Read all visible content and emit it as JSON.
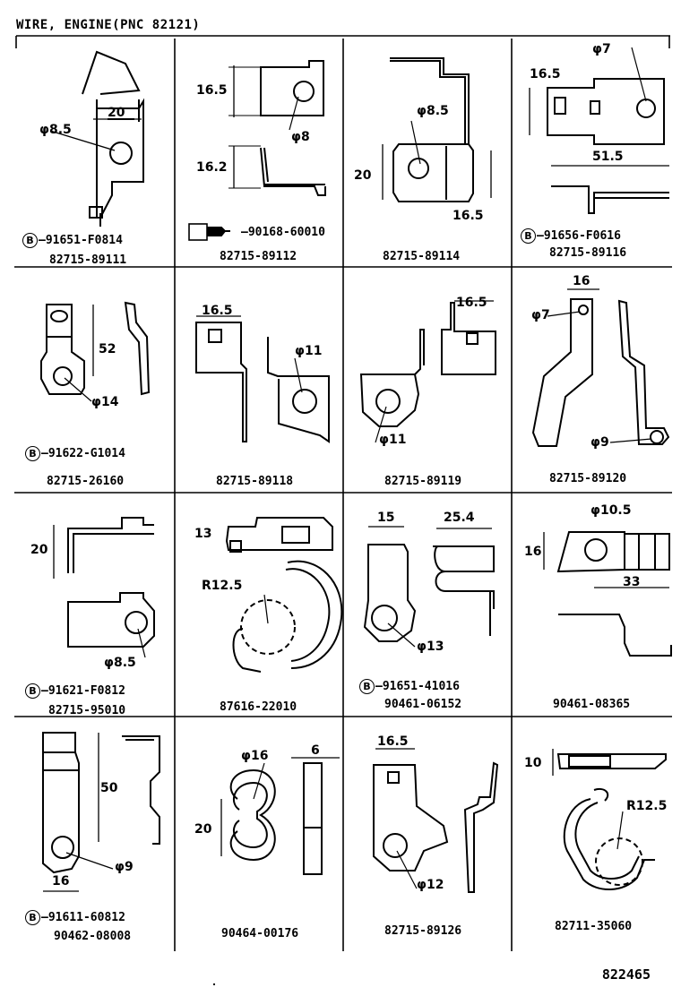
{
  "title": "WIRE, ENGINE(PNC 82121)",
  "figure_number": "822465",
  "parts": [
    {
      "part": "82715-89111",
      "bolt": "91651-F0814",
      "dims": [
        "20",
        "φ8.5"
      ]
    },
    {
      "part": "82715-89112",
      "screw": "90168-60010",
      "dims": [
        "16.5",
        "φ8",
        "16.2"
      ]
    },
    {
      "part": "82715-89114",
      "dims": [
        "φ8.5",
        "20",
        "16.5"
      ]
    },
    {
      "part": "82715-89116",
      "bolt": "91656-F0616",
      "dims": [
        "16.5",
        "φ7",
        "51.5"
      ]
    },
    {
      "part": "82715-26160",
      "bolt": "91622-G1014",
      "dims": [
        "52",
        "φ14"
      ]
    },
    {
      "part": "82715-89118",
      "dims": [
        "16.5",
        "φ11"
      ]
    },
    {
      "part": "82715-89119",
      "dims": [
        "16.5",
        "φ11"
      ]
    },
    {
      "part": "82715-89120",
      "dims": [
        "16",
        "φ7",
        "φ9"
      ]
    },
    {
      "part": "82715-95010",
      "bolt": "91621-F0812",
      "dims": [
        "20",
        "φ8.5"
      ]
    },
    {
      "part": "87616-22010",
      "dims": [
        "13",
        "R12.5"
      ]
    },
    {
      "part": "90461-06152",
      "bolt": "91651-41016",
      "dims": [
        "15",
        "25.4",
        "φ13"
      ]
    },
    {
      "part": "90461-08365",
      "dims": [
        "φ10.5",
        "16",
        "33"
      ]
    },
    {
      "part": "90462-08008",
      "bolt": "91611-60812",
      "dims": [
        "50",
        "φ9",
        "16"
      ]
    },
    {
      "part": "90464-00176",
      "dims": [
        "φ16",
        "6",
        "20"
      ]
    },
    {
      "part": "82715-89126",
      "dims": [
        "16.5",
        "φ12"
      ]
    },
    {
      "part": "82711-35060",
      "dims": [
        "10",
        "R12.5"
      ]
    }
  ],
  "bolt_marker": "B"
}
